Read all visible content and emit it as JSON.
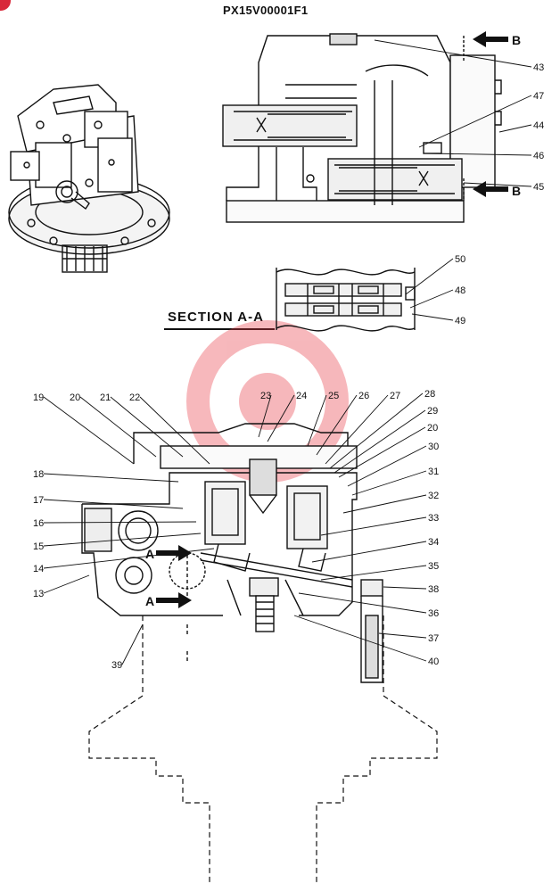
{
  "document_id": "PX15V00001F1",
  "section_title": "SECTION A-A",
  "watermark_color": "#e8343f",
  "callouts_top": [
    {
      "id": "43",
      "text": "43"
    },
    {
      "id": "47",
      "text": "47"
    },
    {
      "id": "44",
      "text": "44"
    },
    {
      "id": "46",
      "text": "46"
    },
    {
      "id": "45",
      "text": "45"
    },
    {
      "id": "50",
      "text": "50"
    },
    {
      "id": "48",
      "text": "48"
    },
    {
      "id": "49",
      "text": "49"
    }
  ],
  "callouts_main": [
    {
      "id": "19",
      "text": "19"
    },
    {
      "id": "20a",
      "text": "20"
    },
    {
      "id": "21",
      "text": "21"
    },
    {
      "id": "22",
      "text": "22"
    },
    {
      "id": "23",
      "text": "23"
    },
    {
      "id": "24",
      "text": "24"
    },
    {
      "id": "25",
      "text": "25"
    },
    {
      "id": "26",
      "text": "26"
    },
    {
      "id": "27",
      "text": "27"
    },
    {
      "id": "28",
      "text": "28"
    },
    {
      "id": "29",
      "text": "29"
    },
    {
      "id": "20b",
      "text": "20"
    },
    {
      "id": "30",
      "text": "30"
    },
    {
      "id": "31",
      "text": "31"
    },
    {
      "id": "32",
      "text": "32"
    },
    {
      "id": "33",
      "text": "33"
    },
    {
      "id": "34",
      "text": "34"
    },
    {
      "id": "35",
      "text": "35"
    },
    {
      "id": "38",
      "text": "38"
    },
    {
      "id": "36",
      "text": "36"
    },
    {
      "id": "37",
      "text": "37"
    },
    {
      "id": "40",
      "text": "40"
    },
    {
      "id": "18",
      "text": "18"
    },
    {
      "id": "17",
      "text": "17"
    },
    {
      "id": "16",
      "text": "16"
    },
    {
      "id": "15",
      "text": "15"
    },
    {
      "id": "14",
      "text": "14"
    },
    {
      "id": "13",
      "text": "13"
    },
    {
      "id": "39",
      "text": "39"
    }
  ],
  "section_arrows": {
    "b_top": "B",
    "b_bottom": "B",
    "a_top": "A",
    "a_bottom": "A"
  }
}
